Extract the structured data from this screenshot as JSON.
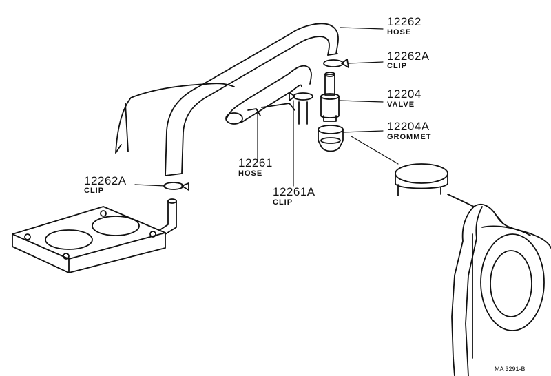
{
  "callouts": [
    {
      "number": "12262",
      "name": "HOSE"
    },
    {
      "number": "12262A",
      "name": "CLIP"
    },
    {
      "number": "12204",
      "name": "VALVE"
    },
    {
      "number": "12204A",
      "name": "GROMMET"
    },
    {
      "number": "12261",
      "name": "HOSE"
    },
    {
      "number": "12261A",
      "name": "CLIP"
    },
    {
      "number": "12262A",
      "name": "CLIP"
    }
  ],
  "reference_code": "MA 3291-B"
}
